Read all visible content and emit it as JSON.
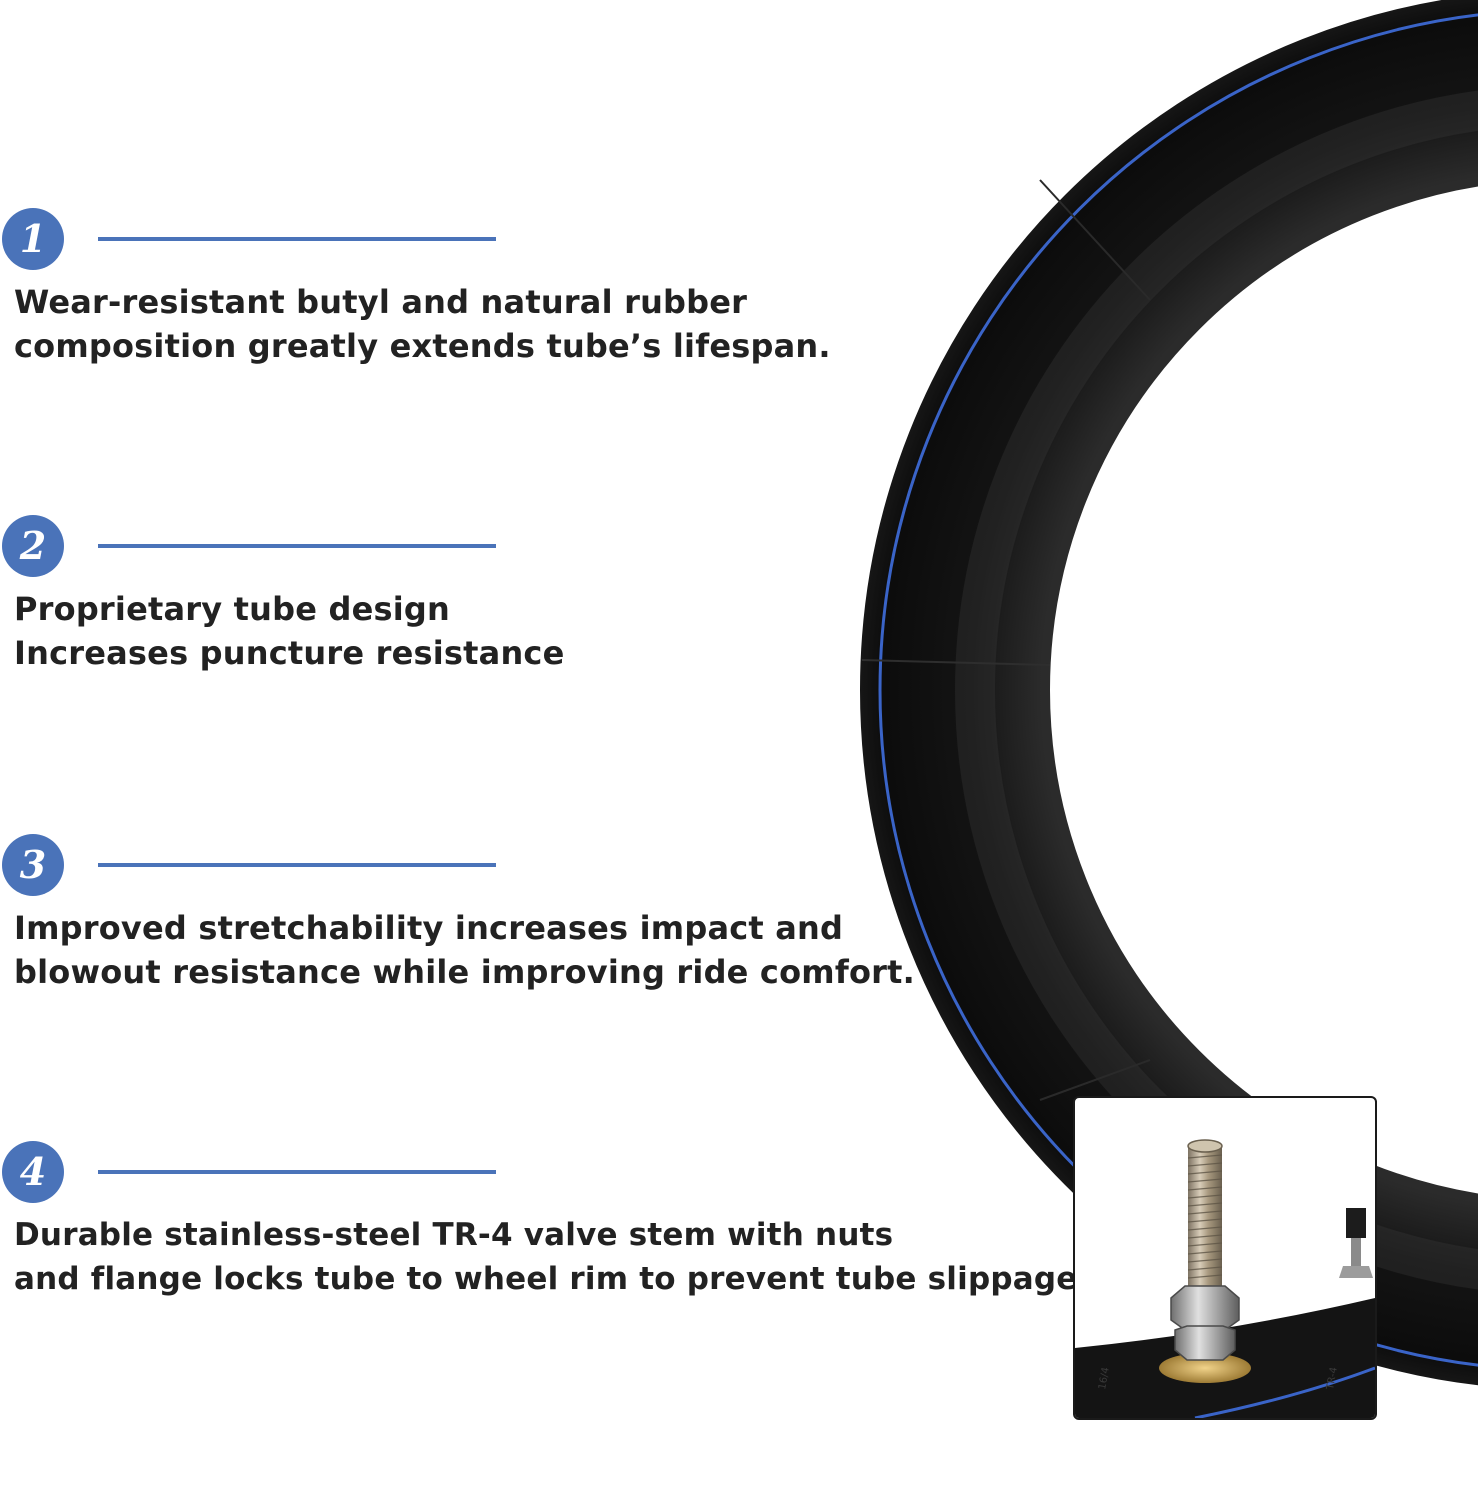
{
  "features": [
    {
      "number": "1",
      "line1": "Wear-resistant butyl and natural rubber",
      "line2": "composition greatly extends tube’s lifespan."
    },
    {
      "number": "2",
      "line1": "Proprietary tube design",
      "line2": "Increases puncture resistance"
    },
    {
      "number": "3",
      "line1": "Improved stretchability increases impact and",
      "line2": "blowout resistance while improving ride comfort."
    },
    {
      "number": "4",
      "line1": "Durable stainless-steel TR-4 valve stem with nuts",
      "line2": "and flange locks tube to wheel rim to prevent tube slippage."
    }
  ],
  "inset": {
    "tube_marks": [
      "16/4",
      "TR-4"
    ]
  },
  "colors": {
    "accent": "#4a73b9",
    "text": "#222222",
    "rubber": "#111111",
    "tube_stripe": "#3a64c8",
    "valve_brass": "#b0a189",
    "nut_steel": "#9c9c9c",
    "flange_gold": "#b8913a"
  },
  "icons": [
    "number-badge-1",
    "number-badge-2",
    "number-badge-3",
    "number-badge-4",
    "inner-tube-image",
    "valve-stem-image"
  ]
}
